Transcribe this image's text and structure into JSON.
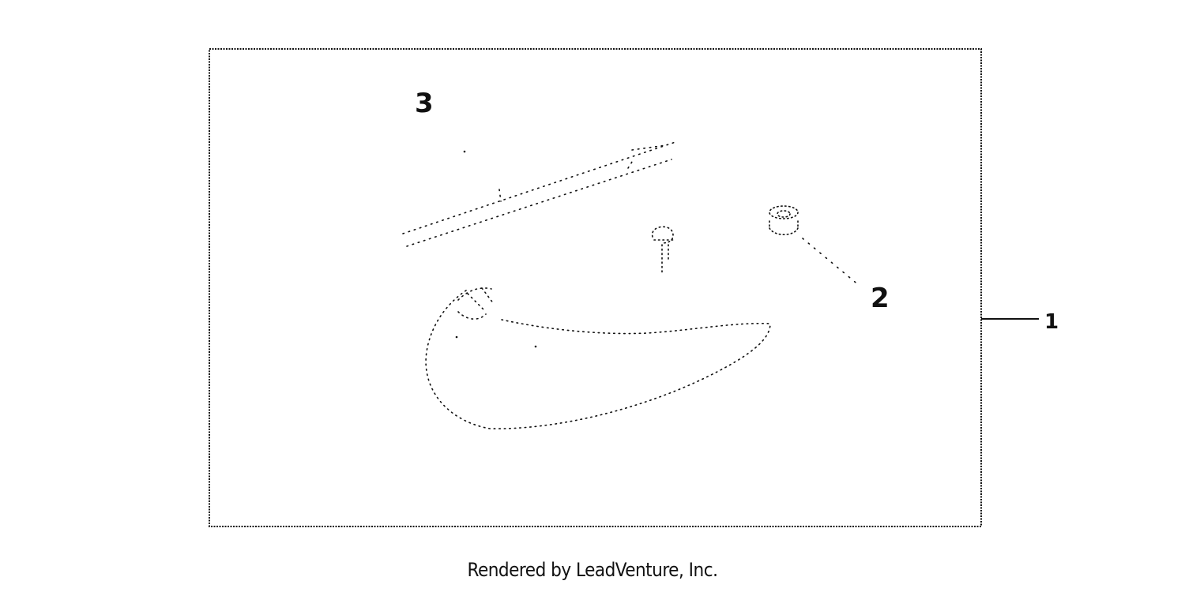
{
  "diagram": {
    "callouts": {
      "one": "1",
      "two": "2",
      "three": "3"
    },
    "line_color": "#111111"
  },
  "footer": {
    "credit": "Rendered by LeadVenture, Inc."
  }
}
